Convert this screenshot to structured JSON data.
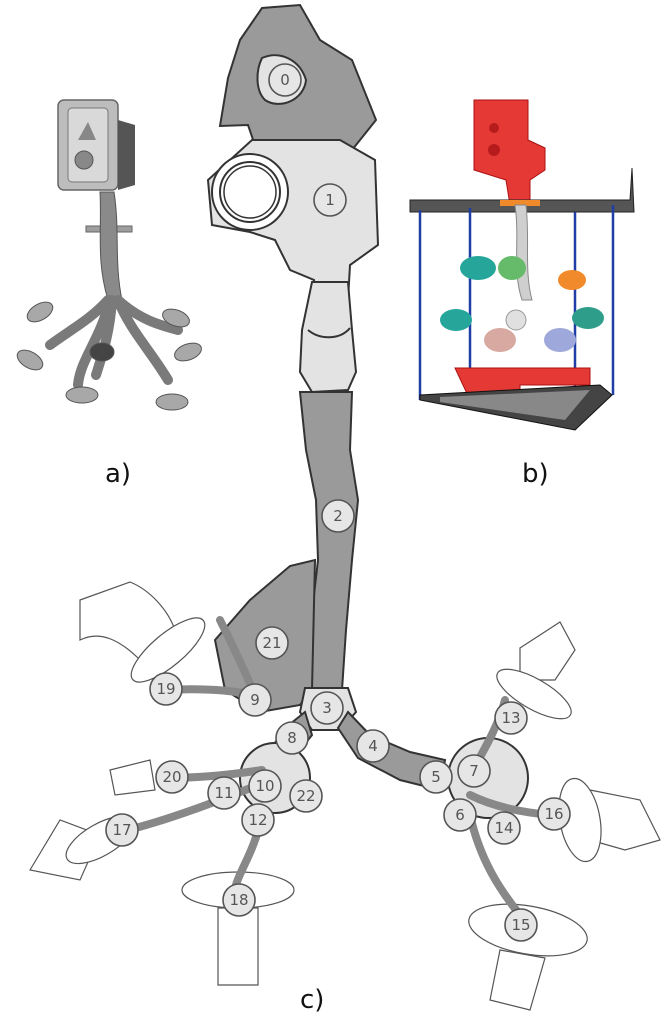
{
  "panels": {
    "a": "a)",
    "b": "b)",
    "c": "c)"
  },
  "segments": [
    "0",
    "1",
    "2",
    "3",
    "4",
    "5",
    "6",
    "7",
    "8",
    "9",
    "10",
    "11",
    "12",
    "13",
    "14",
    "15",
    "16",
    "17",
    "18",
    "19",
    "20",
    "21",
    "22"
  ],
  "colors": {
    "airway_dark": "#9a9a9a",
    "airway_light": "#e3e3e3",
    "print_red": "#e53935",
    "frame_blue": "#1f3fa6",
    "platform_gray": "#555555"
  }
}
